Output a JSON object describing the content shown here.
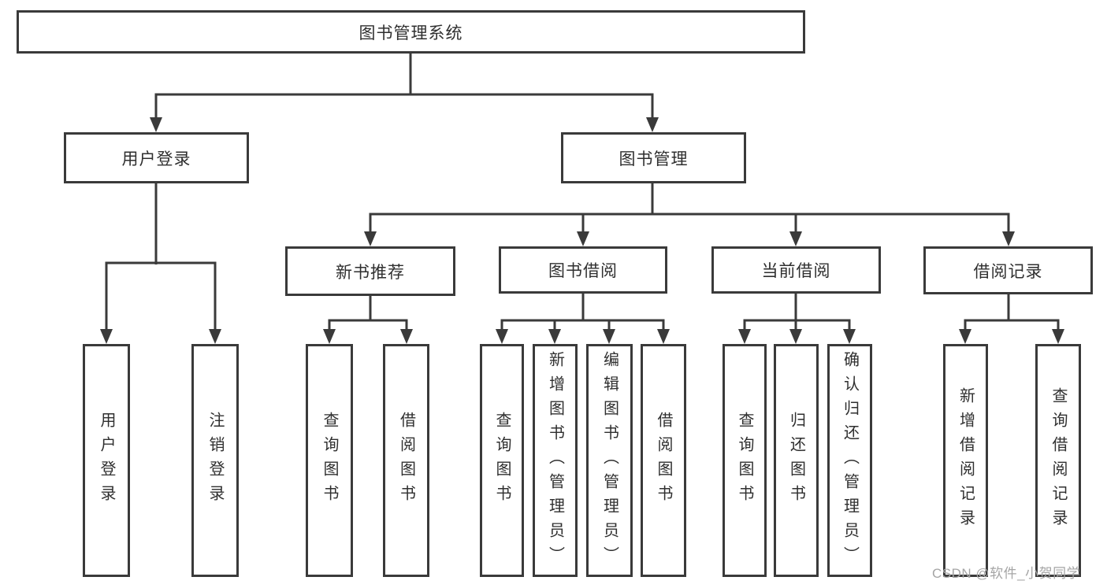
{
  "diagram": {
    "root": {
      "label": "图书管理系统"
    },
    "level2": [
      {
        "label": "用户登录"
      },
      {
        "label": "图书管理"
      }
    ],
    "level3": [
      {
        "label": "新书推荐"
      },
      {
        "label": "图书借阅"
      },
      {
        "label": "当前借阅"
      },
      {
        "label": "借阅记录"
      }
    ],
    "leaves": [
      {
        "label": "用户登录"
      },
      {
        "label": "注销登录"
      },
      {
        "label": "查询图书"
      },
      {
        "label": "借阅图书"
      },
      {
        "label": "查询图书"
      },
      {
        "label": "新增图书（管理员）"
      },
      {
        "label": "编辑图书（管理员）"
      },
      {
        "label": "借阅图书"
      },
      {
        "label": "查询图书"
      },
      {
        "label": "归还图书"
      },
      {
        "label": "确认归还（管理员）"
      },
      {
        "label": "新增借阅记录"
      },
      {
        "label": "查询借阅记录"
      }
    ]
  },
  "watermark": {
    "text": "CSDN @软件_小贺同学"
  },
  "colors": {
    "line": "#3a3a3a",
    "text": "#2f2f2f",
    "background": "#ffffff",
    "watermark": "#a5a5a5"
  }
}
